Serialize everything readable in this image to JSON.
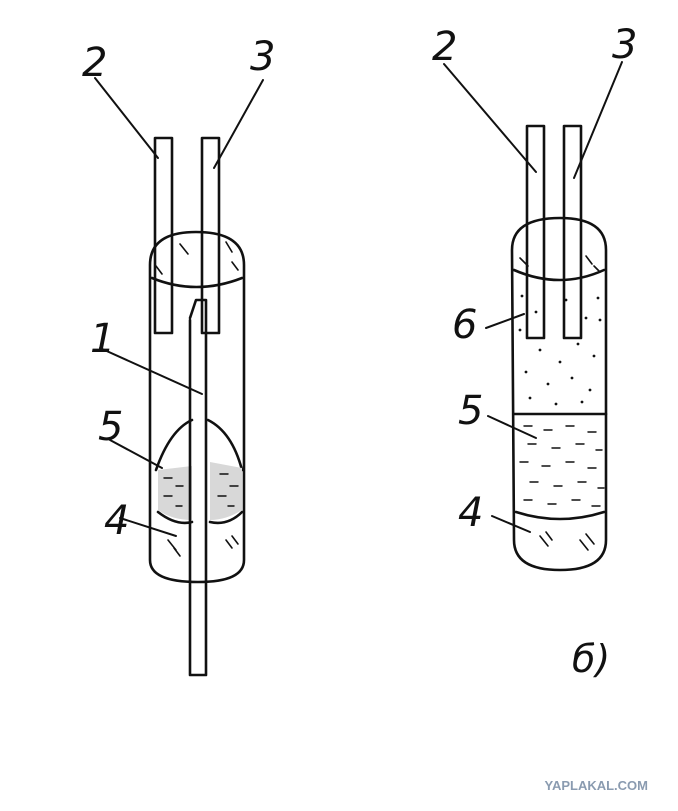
{
  "diagram": {
    "left": {
      "labels": {
        "rod": "1",
        "tube_a": "2",
        "tube_b": "3",
        "glass": "4",
        "liquid": "5"
      }
    },
    "right": {
      "labels": {
        "tube_a": "2",
        "tube_b": "3",
        "filler": "6",
        "liquid": "5",
        "glass": "4"
      },
      "caption": "б)"
    }
  },
  "watermark": {
    "text": "YAPLAKAL.COM",
    "color": "#8a9bb0"
  },
  "colors": {
    "ink": "#111111",
    "paper": "#ffffff"
  }
}
